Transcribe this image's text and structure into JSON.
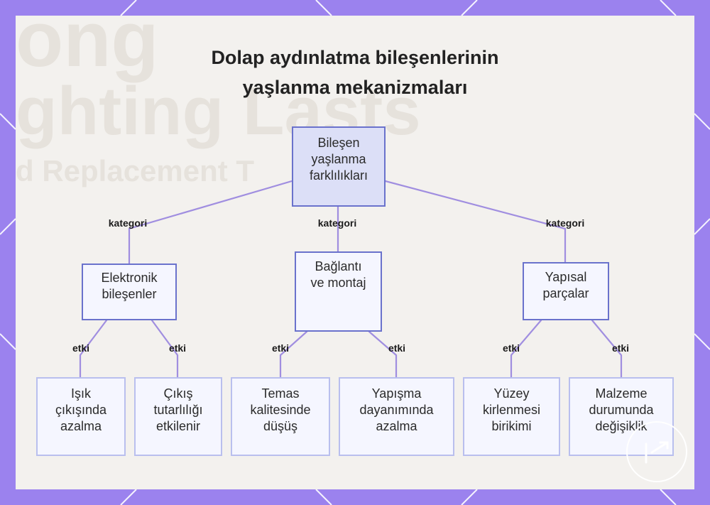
{
  "title": [
    "Dolap aydınlatma bileşenlerinin",
    "yaşlanma mekanizmaları"
  ],
  "background_ghost": [
    "ong",
    "ghting Lasts",
    "d Replacement T"
  ],
  "nodes": {
    "root": [
      "Bileşen",
      "yaşlanma",
      "farklılıkları"
    ],
    "electronic": [
      "Elektronik",
      "bileşenler"
    ],
    "connection": [
      "Bağlantı",
      "ve montaj"
    ],
    "structural": [
      "Yapısal",
      "parçalar"
    ],
    "light_output": [
      "Işık",
      "çıkışında",
      "azalma"
    ],
    "output_consistency": [
      "Çıkış",
      "tutarlılığı",
      "etkilenir"
    ],
    "contact_quality": [
      "Temas",
      "kalitesinde",
      "düşüş"
    ],
    "adhesion": [
      "Yapışma",
      "dayanımında",
      "azalma"
    ],
    "surface_dirt": [
      "Yüzey",
      "kirlenmesi",
      "birikimi"
    ],
    "material_change": [
      "Malzeme",
      "durumunda",
      "değişiklik"
    ]
  },
  "edge_labels": {
    "category": "kategori",
    "effect": "etki"
  },
  "colors": {
    "frame": "#9b82ee",
    "card": "#f3f1ee",
    "node_border": "#6a72cc",
    "root_fill": "#dcdff7",
    "node_fill": "#f5f6ff",
    "edge": "#a08ee0"
  }
}
